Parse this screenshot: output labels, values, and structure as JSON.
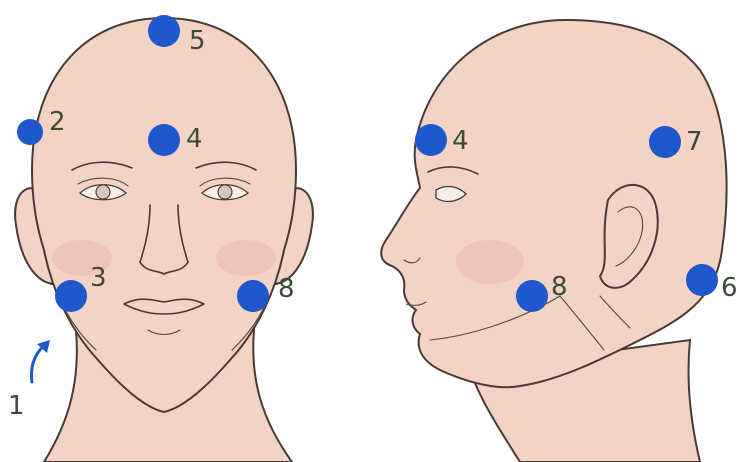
{
  "colors": {
    "point": "#1f57cc",
    "skin": "#f2d3c4",
    "outline": "#4a3a34",
    "label": "#3c4a38",
    "arrow": "#1f57cc"
  },
  "front_view": {
    "points": [
      {
        "id": "front-point-5",
        "label": "5"
      },
      {
        "id": "front-point-2",
        "label": "2"
      },
      {
        "id": "front-point-4",
        "label": "4"
      },
      {
        "id": "front-point-3",
        "label": "3"
      },
      {
        "id": "front-point-8",
        "label": "8"
      }
    ],
    "arrow_label": "1",
    "arrow_icon": "curved-arrow-icon"
  },
  "side_view": {
    "points": [
      {
        "id": "side-point-4",
        "label": "4"
      },
      {
        "id": "side-point-7",
        "label": "7"
      },
      {
        "id": "side-point-8",
        "label": "8"
      },
      {
        "id": "side-point-6",
        "label": "6"
      }
    ]
  }
}
